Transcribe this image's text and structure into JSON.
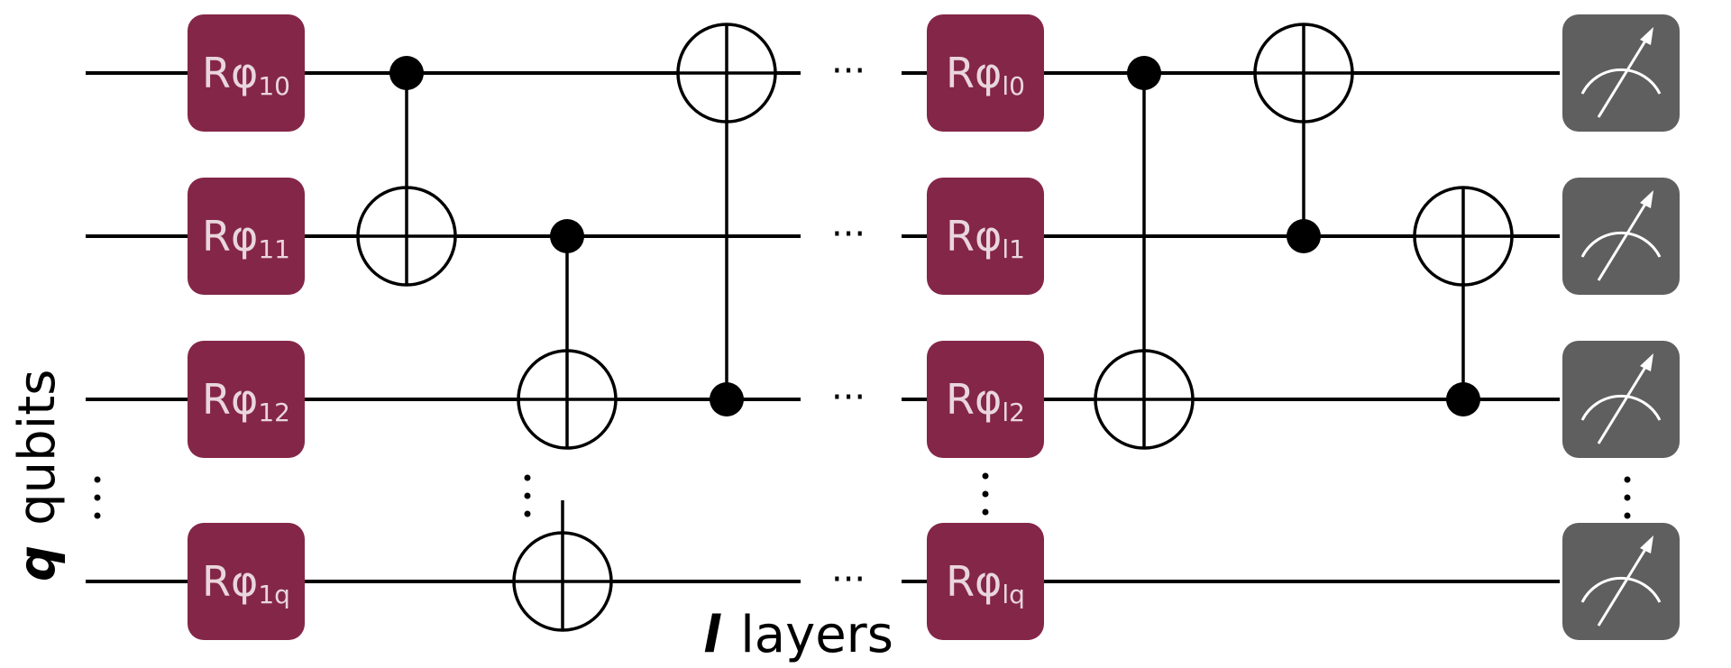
{
  "colors": {
    "gate": "#842648",
    "measurement": "#5f5f5f",
    "wire": "#000000"
  },
  "labels": {
    "q_symbol": "q",
    "qubits": "qubits",
    "l_symbol": "l",
    "layers": "layers",
    "ellipsis": "···"
  },
  "gates_first": [
    {
      "base": "Rφ",
      "sub": "10"
    },
    {
      "base": "Rφ",
      "sub": "11"
    },
    {
      "base": "Rφ",
      "sub": "12"
    },
    {
      "base": "Rφ",
      "sub": "1q"
    }
  ],
  "gates_last": [
    {
      "base": "Rφ",
      "sub": "l0"
    },
    {
      "base": "Rφ",
      "sub": "l1"
    },
    {
      "base": "Rφ",
      "sub": "l2"
    },
    {
      "base": "Rφ",
      "sub": "lq"
    }
  ],
  "measurement_icon": "meter-icon"
}
